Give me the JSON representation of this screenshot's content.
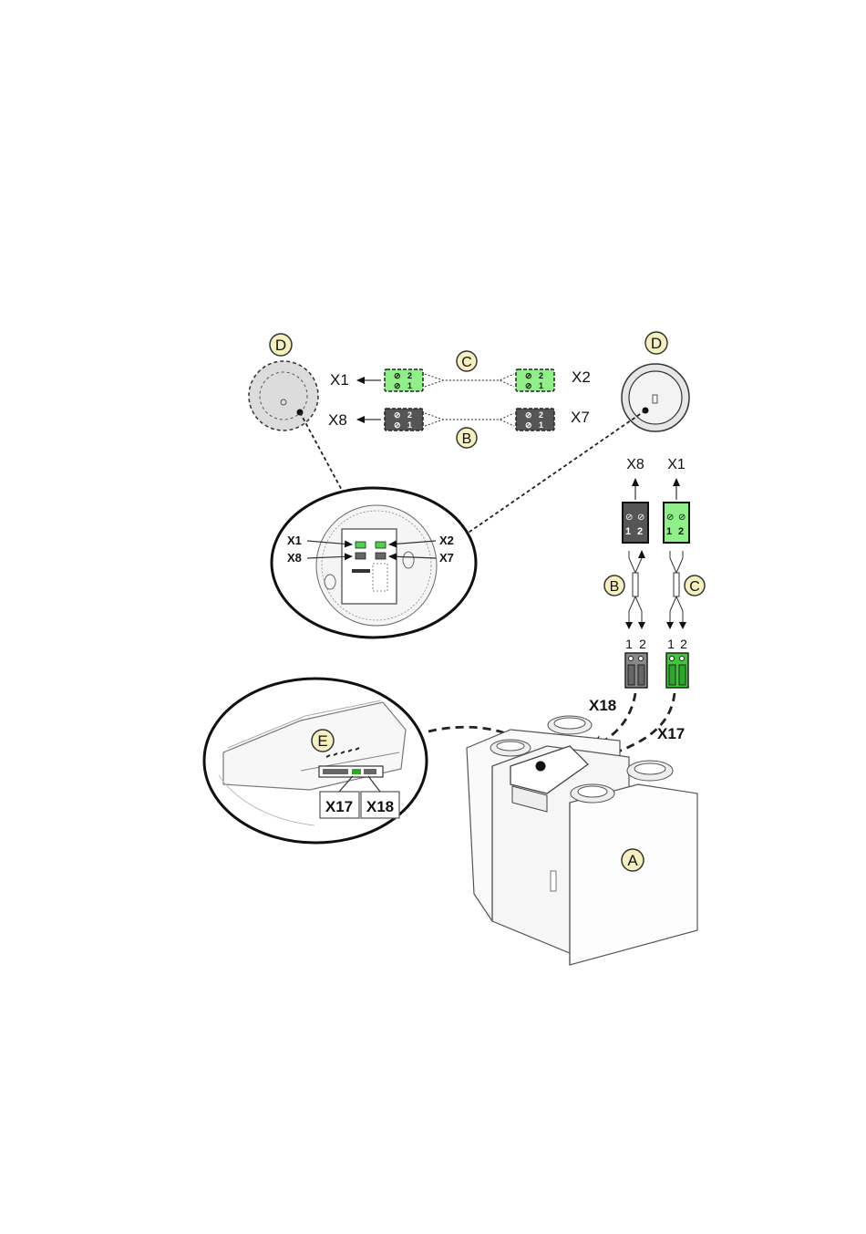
{
  "components": {
    "unit": "A",
    "cable_b": "B",
    "cable_c": "C",
    "control_left": "D",
    "control_right": "D",
    "connector_panel": "E"
  },
  "terminals": {
    "x1": "X1",
    "x2": "X2",
    "x7": "X7",
    "x8": "X8",
    "x17": "X17",
    "x18": "X18"
  },
  "pin_labels": {
    "one": "1",
    "two": "2",
    "screw": "⊘"
  },
  "colors": {
    "green_connector": "#7ee87a",
    "dark_connector": "#555555",
    "badge_fill": "#f6f0bf"
  }
}
